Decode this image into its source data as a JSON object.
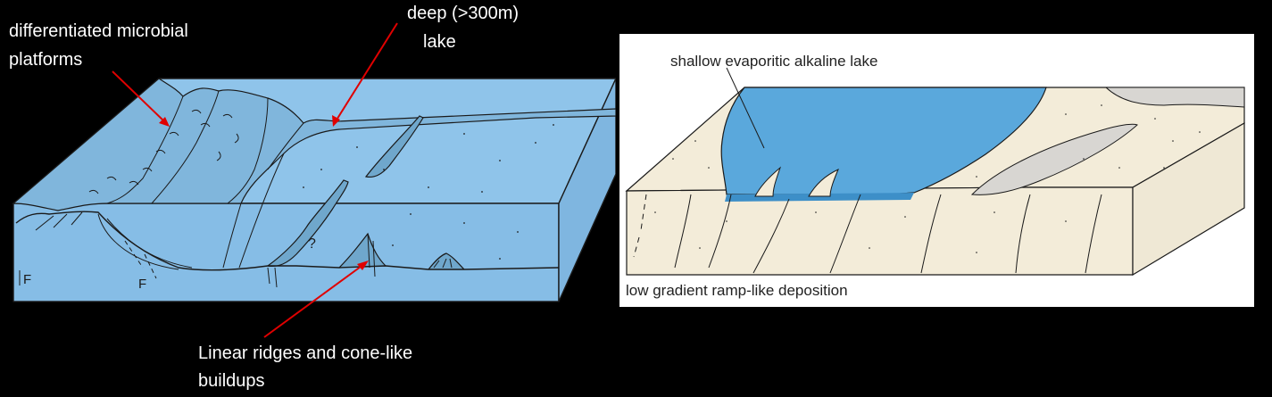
{
  "left_diagram": {
    "label_top_partial": "",
    "label_platforms_line1": "differentiated microbial",
    "label_platforms_line2": "platforms",
    "label_lake_line1": "deep (>300m)",
    "label_lake_line2": "lake",
    "label_ridges_line1": "Linear ridges and cone-like",
    "label_ridges_line2": "buildups",
    "marker_question": "?",
    "marker_fault_left": "F",
    "marker_fault_mid": "F",
    "colors": {
      "water": "#8fc4ea",
      "water_side": "#86bde6",
      "ridge": "#6fa7cc",
      "arrow": "#e00000"
    }
  },
  "right_diagram": {
    "label_top": "shallow evaporitic alkaline lake",
    "label_bottom": "low gradient ramp-like deposition",
    "colors": {
      "lake": "#5aa8dc",
      "sediment": "#f3ecd9",
      "ridge": "#d8d6d2",
      "frame": "#ffffff"
    }
  }
}
